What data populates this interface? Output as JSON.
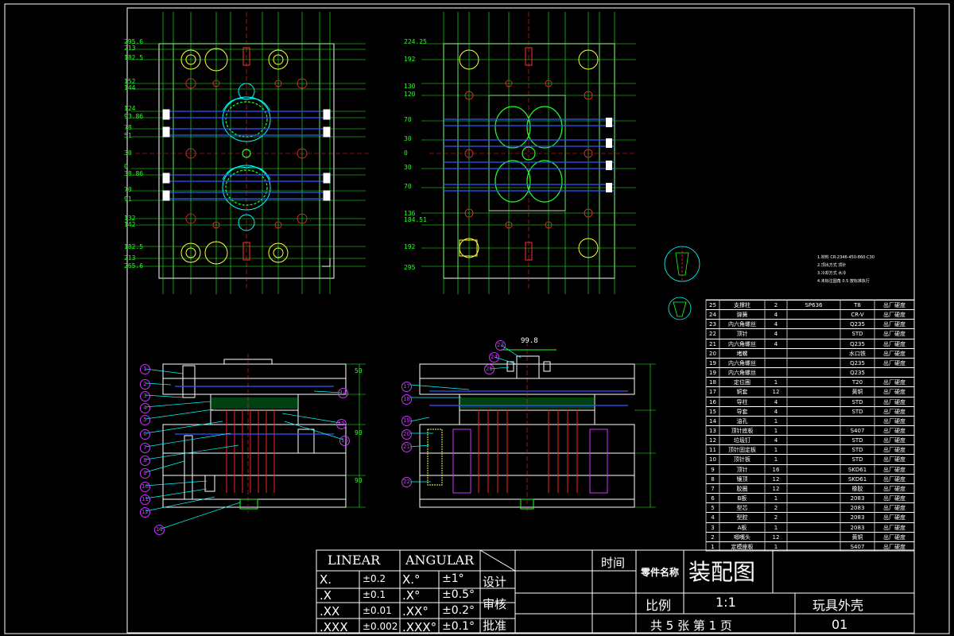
{
  "title_block": {
    "linear_header": "LINEAR",
    "angular_header": "ANGULAR",
    "linear_rows": [
      {
        "fmt": "X.",
        "tol": "±0.2"
      },
      {
        "fmt": ".X",
        "tol": "±0.1"
      },
      {
        "fmt": ".XX",
        "tol": "±0.01"
      },
      {
        "fmt": ".XXX",
        "tol": "±0.002"
      }
    ],
    "angular_rows": [
      {
        "fmt": "X.°",
        "tol": "±1°"
      },
      {
        "fmt": ".X°",
        "tol": "±0.5°"
      },
      {
        "fmt": ".XX°",
        "tol": "±0.2°"
      },
      {
        "fmt": ".XXX°",
        "tol": "±0.1°"
      }
    ],
    "design": "设计",
    "review": "审核",
    "approve": "批准",
    "time": "时间",
    "part_name_label": "零件名称",
    "drawing_name": "装配图",
    "scale_label": "比例",
    "scale": "1:1",
    "product": "玩具外壳",
    "sheets": "共 5 张 第 1 页",
    "drawing_no": "01"
  },
  "bom": [
    {
      "no": "25",
      "name": "支撑柱",
      "qty": "2",
      "spec": "SP636",
      "mat": "T8",
      "note": "出厂硬度"
    },
    {
      "no": "24",
      "name": "弹簧",
      "qty": "4",
      "spec": "",
      "mat": "CR-V",
      "note": "出厂硬度"
    },
    {
      "no": "23",
      "name": "内六角螺丝",
      "qty": "4",
      "spec": "",
      "mat": "Q235",
      "note": "出厂硬度"
    },
    {
      "no": "22",
      "name": "顶针",
      "qty": "4",
      "spec": "",
      "mat": "STD",
      "note": "出厂硬度"
    },
    {
      "no": "21",
      "name": "内六角螺丝",
      "qty": "4",
      "spec": "",
      "mat": "Q235",
      "note": "出厂硬度"
    },
    {
      "no": "20",
      "name": "堵螺",
      "qty": "",
      "spec": "",
      "mat": "水口铁",
      "note": "出厂硬度"
    },
    {
      "no": "19",
      "name": "内六角螺丝",
      "qty": "",
      "spec": "",
      "mat": "Q235",
      "note": "出厂硬度"
    },
    {
      "no": "19",
      "name": "内六角螺丝",
      "qty": "",
      "spec": "",
      "mat": "Q235",
      "note": ""
    },
    {
      "no": "18",
      "name": "定位圈",
      "qty": "1",
      "spec": "",
      "mat": "T20",
      "note": "出厂硬度"
    },
    {
      "no": "17",
      "name": "铜套",
      "qty": "12",
      "spec": "",
      "mat": "黄铜",
      "note": "出厂硬度"
    },
    {
      "no": "16",
      "name": "导柱",
      "qty": "4",
      "spec": "",
      "mat": "STD",
      "note": "出厂硬度"
    },
    {
      "no": "15",
      "name": "导套",
      "qty": "4",
      "spec": "",
      "mat": "STD",
      "note": "出厂硬度"
    },
    {
      "no": "14",
      "name": "油孔",
      "qty": "1",
      "spec": "",
      "mat": "",
      "note": "出厂硬度"
    },
    {
      "no": "13",
      "name": "顶针底板",
      "qty": "1",
      "spec": "",
      "mat": "S407",
      "note": "出厂硬度"
    },
    {
      "no": "12",
      "name": "垃圾钉",
      "qty": "4",
      "spec": "",
      "mat": "STD",
      "note": "出厂硬度"
    },
    {
      "no": "11",
      "name": "顶针固定板",
      "qty": "1",
      "spec": "",
      "mat": "STD",
      "note": "出厂硬度"
    },
    {
      "no": "10",
      "name": "顶针板",
      "qty": "1",
      "spec": "",
      "mat": "STD",
      "note": "出厂硬度"
    },
    {
      "no": "9",
      "name": "顶针",
      "qty": "16",
      "spec": "",
      "mat": "SKD61",
      "note": "出厂硬度"
    },
    {
      "no": "8",
      "name": "镶顶",
      "qty": "12",
      "spec": "",
      "mat": "SKD61",
      "note": "出厂硬度"
    },
    {
      "no": "7",
      "name": "胶圈",
      "qty": "12",
      "spec": "",
      "mat": "橡胶",
      "note": "出厂硬度"
    },
    {
      "no": "6",
      "name": "B板",
      "qty": "1",
      "spec": "",
      "mat": "2083",
      "note": "出厂硬度"
    },
    {
      "no": "5",
      "name": "型芯",
      "qty": "2",
      "spec": "",
      "mat": "2083",
      "note": "出厂硬度"
    },
    {
      "no": "4",
      "name": "型腔",
      "qty": "2",
      "spec": "",
      "mat": "2083",
      "note": "出厂硬度"
    },
    {
      "no": "3",
      "name": "A板",
      "qty": "1",
      "spec": "",
      "mat": "2083",
      "note": "出厂硬度"
    },
    {
      "no": "2",
      "name": "唧嘴头",
      "qty": "12",
      "spec": "",
      "mat": "黄铜",
      "note": "出厂硬度"
    },
    {
      "no": "1",
      "name": "定模座板",
      "qty": "1",
      "spec": "",
      "mat": "S407",
      "note": "出厂硬度"
    }
  ],
  "dims": {
    "top_left_widths": [
      "295.6",
      "213",
      "182.5",
      "152",
      "144",
      "124",
      "93.86",
      "78",
      "51",
      "30",
      "0",
      "38.86",
      "70",
      "91",
      "132",
      "142",
      "182.5",
      "213",
      "265.6"
    ],
    "top_right_widths": [
      "224.25",
      "192",
      "130",
      "120",
      "70",
      "30",
      "0",
      "30",
      "70",
      "136",
      "184.51",
      "192",
      "295"
    ],
    "section_dims": [
      "99.8",
      "50",
      "90",
      "90"
    ]
  },
  "balloons": [
    "1",
    "2",
    "3",
    "4",
    "5",
    "6",
    "7",
    "8",
    "9",
    "10",
    "11",
    "12",
    "13",
    "14",
    "15",
    "16",
    "17",
    "18",
    "19",
    "20",
    "21",
    "22",
    "23",
    "24",
    "25"
  ],
  "colors": {
    "bg": "#000000",
    "line": "#ffffff",
    "dim": "#22ff22",
    "hidden": "#ff2222",
    "part": "#00ffff",
    "balloon": "#cc33ff",
    "blue": "#3355ff",
    "yellow": "#ffff33"
  },
  "notes": [
    "1.材料 CR-2346-450-860-C30",
    "2.顶出方式 顶针",
    "3.冷却方式 水冷",
    "4.未标注圆角 0.5 按标准执行"
  ]
}
